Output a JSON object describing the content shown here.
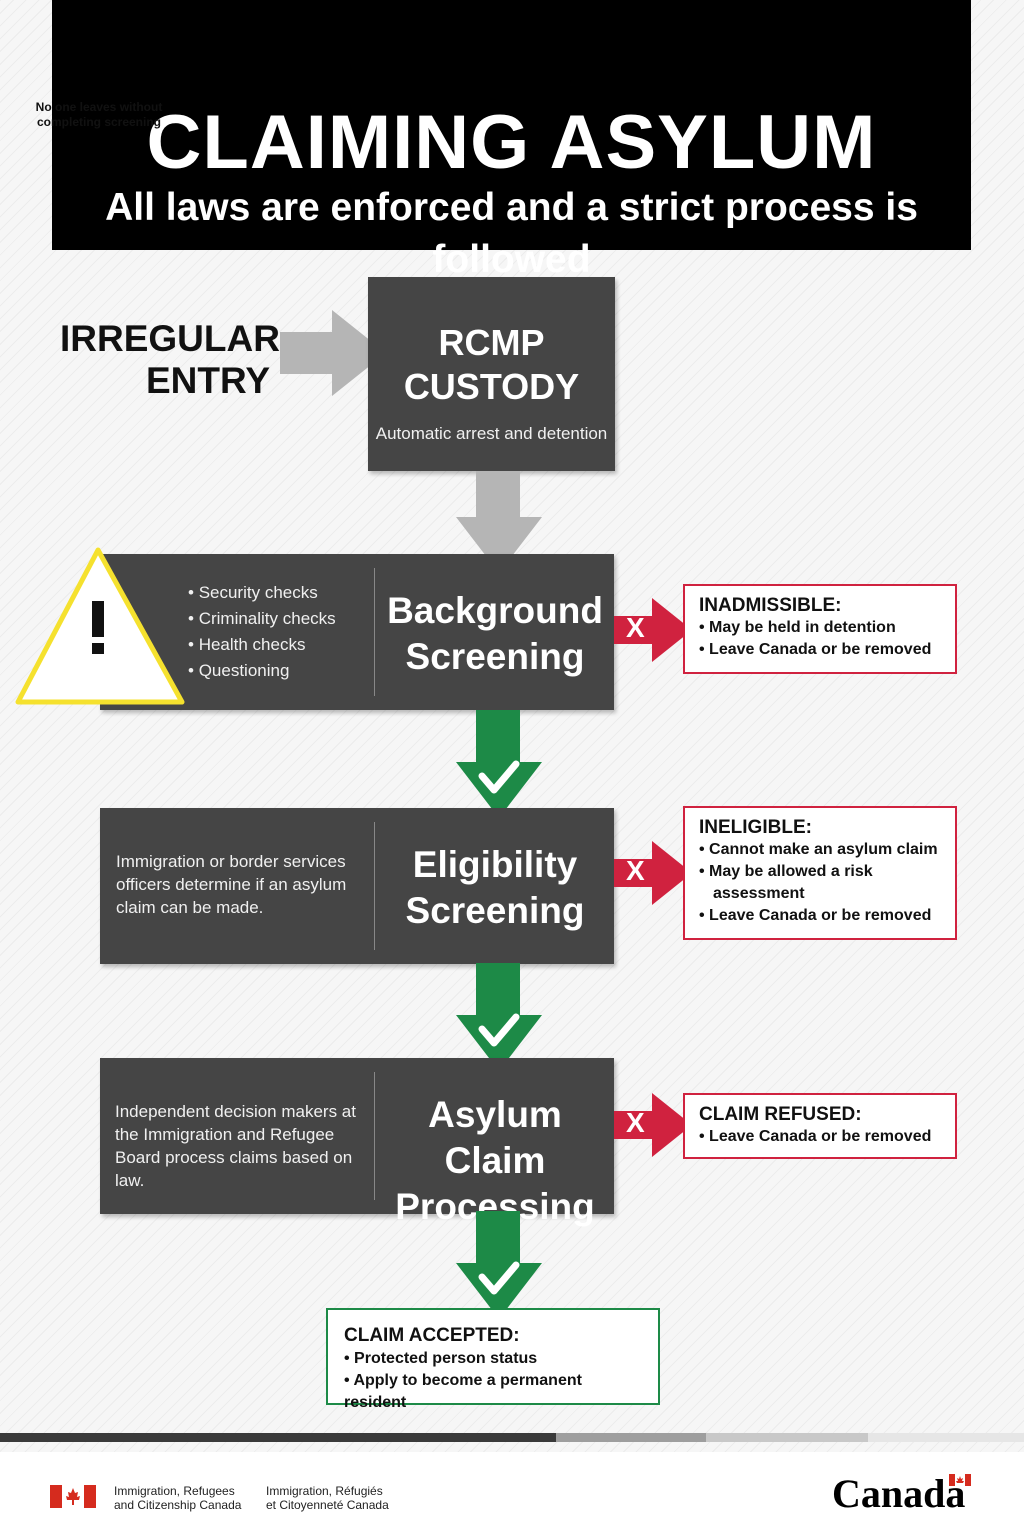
{
  "header": {
    "title": "CLAIMING ASYLUM",
    "subtitle": "All laws are enforced and a strict process is followed"
  },
  "entry": {
    "line1": "IRREGULAR",
    "line2": "ENTRY"
  },
  "rcmp": {
    "line1": "RCMP",
    "line2": "CUSTODY",
    "description": "Automatic arrest and detention"
  },
  "warning": {
    "text": "No one leaves without completing screening"
  },
  "background": {
    "line1": "Background",
    "line2": "Screening",
    "bullets": [
      "Security checks",
      "Criminality checks",
      "Health checks",
      "Questioning"
    ],
    "outcome": {
      "heading": "INADMISSIBLE:",
      "items": [
        "May be held in detention",
        "Leave Canada or be removed"
      ]
    }
  },
  "eligibility": {
    "line1": "Eligibility",
    "line2": "Screening",
    "description": "Immigration or border services officers determine if an asylum claim can be made.",
    "outcome": {
      "heading": "INELIGIBLE:",
      "items": [
        "Cannot make an asylum claim",
        "May be allowed a risk assessment",
        "Leave Canada or be removed"
      ]
    }
  },
  "processing": {
    "line1": "Asylum Claim",
    "line2": "Processing",
    "description": "Independent decision makers at the Immigration and Refugee Board process claims based on law.",
    "outcome": {
      "heading": "CLAIM REFUSED:",
      "items": [
        "Leave Canada or be removed"
      ]
    }
  },
  "accepted": {
    "heading": "CLAIM ACCEPTED:",
    "items": [
      "Protected person status",
      "Apply to become a permanent resident"
    ]
  },
  "reject_mark": "X",
  "footer": {
    "dept_en_1": "Immigration, Refugees",
    "dept_en_2": "and Citizenship Canada",
    "dept_fr_1": "Immigration, Réfugiés",
    "dept_fr_2": "et Citoyenneté Canada",
    "wordmark": "Canada"
  },
  "colors": {
    "box": "#454545",
    "reject": "#d0223f",
    "accept": "#1d8a47",
    "arrow_gray": "#b5b5b5",
    "warning": "#f5e12e"
  }
}
